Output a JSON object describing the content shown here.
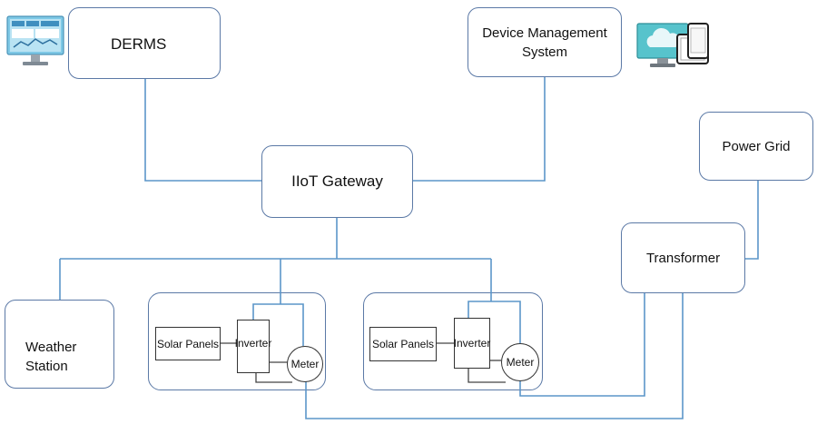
{
  "nodes": {
    "derms": "DERMS",
    "dms_line1": "Device Management",
    "dms_line2": "System",
    "gateway": "IIoT Gateway",
    "power_grid": "Power Grid",
    "transformer": "Transformer",
    "weather_line1": "Weather",
    "weather_line2": "Station",
    "site1": {
      "solar": "Solar Panels",
      "inverter": "Inverter",
      "meter": "Meter"
    },
    "site2": {
      "solar": "Solar Panels",
      "inverter": "Inverter",
      "meter": "Meter"
    }
  },
  "icons": {
    "derms_icon": "dashboard-monitor-icon",
    "dms_icon": "cloud-devices-icon"
  },
  "colors": {
    "line_blue": "#5b96c9",
    "box_border": "#5b79a6",
    "icon_teal": "#57c3cc",
    "inner_line": "#444444"
  }
}
